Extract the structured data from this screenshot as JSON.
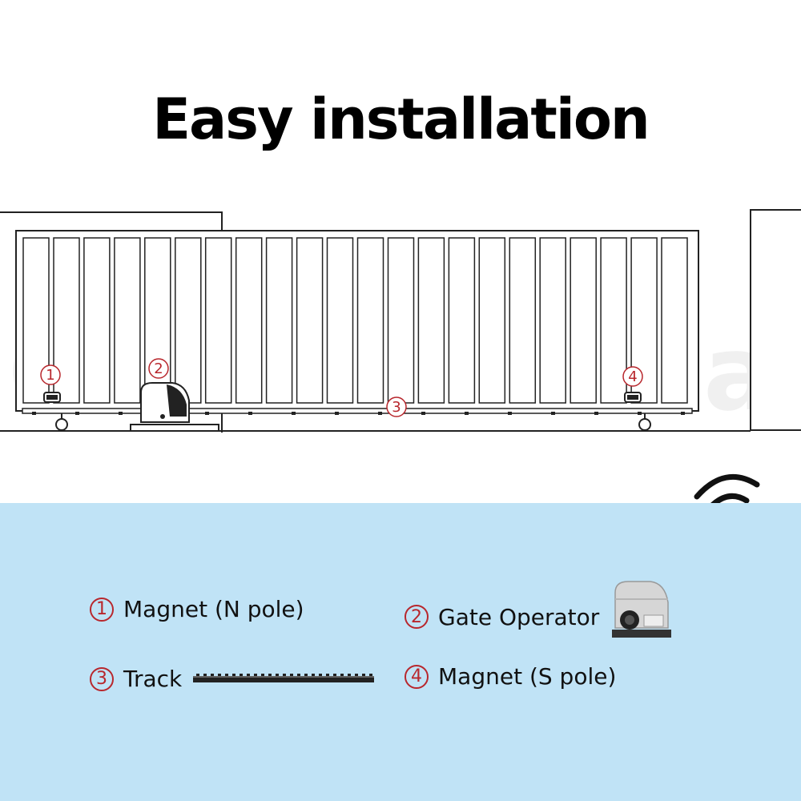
{
  "title": "Easy installation",
  "watermark": "OZPlaza",
  "markers": [
    "1",
    "2",
    "3",
    "4"
  ],
  "legend": [
    {
      "number": "1",
      "label": "Magnet (N pole)"
    },
    {
      "number": "2",
      "label": "Gate Operator"
    },
    {
      "number": "3",
      "label": "Track"
    },
    {
      "number": "4",
      "label": "Magnet (S pole)"
    }
  ],
  "colors": {
    "accent": "#b8272d",
    "legend_background": "#c0e3f6",
    "line": "#222222"
  },
  "icons": [
    "remote-control-icon",
    "wifi-signal-icon",
    "gate-operator-icon",
    "track-icon"
  ]
}
